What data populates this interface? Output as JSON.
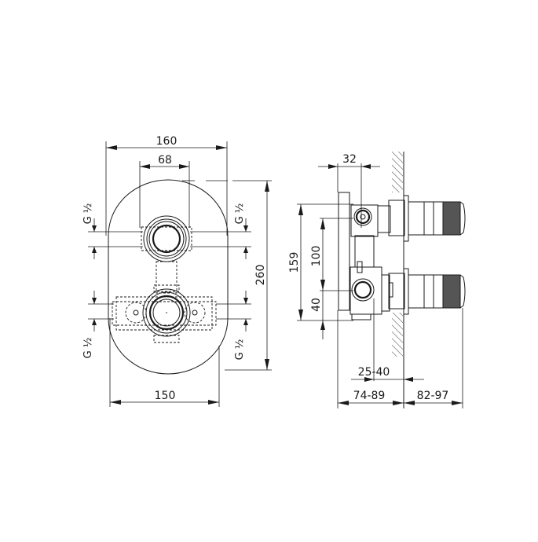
{
  "drawing": {
    "type": "technical-dimension-drawing",
    "front_view": {
      "dimensions": {
        "overall_width": "160",
        "center_spacing": "68",
        "bottom_width": "150",
        "height": "260"
      },
      "thread_labels": {
        "top_left": "G ½",
        "top_right": "G ½",
        "bottom_left": "G ½",
        "bottom_right": "G ½"
      }
    },
    "side_view": {
      "dimensions": {
        "outlet_offset": "32",
        "total_height": "159",
        "spacing": "100",
        "bottom_offset": "40",
        "wall_depth": "25-40",
        "body_depth": "74-89",
        "projection": "82-97"
      }
    }
  }
}
